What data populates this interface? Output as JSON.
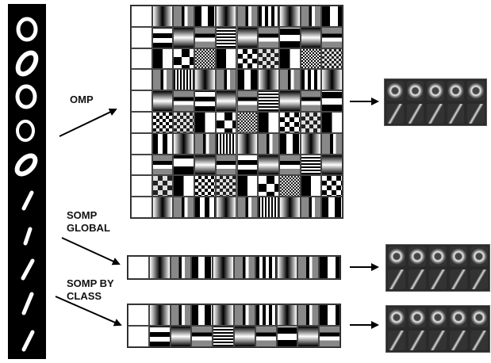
{
  "labels": {
    "omp": "OMP",
    "somp_global": "SOMP\nGLOBAL",
    "somp_by_class": "SOMP BY\nCLASS"
  },
  "colors": {
    "background": "#ffffff",
    "dark": "#000000",
    "gray": "#808080"
  }
}
